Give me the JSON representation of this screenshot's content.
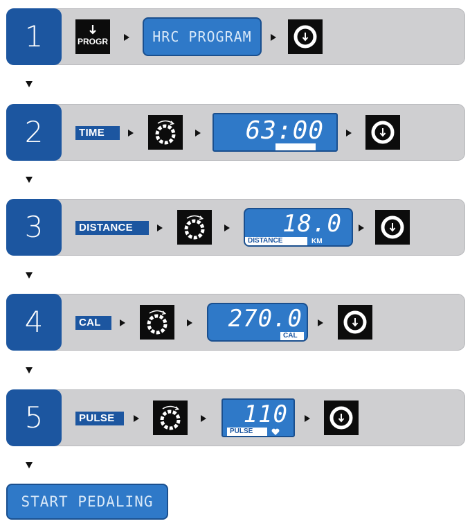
{
  "steps": [
    {
      "number": "1",
      "progr_key": "PROGR",
      "display": "HRC PROGRAM"
    },
    {
      "number": "2",
      "label": "TIME",
      "display": "63:00"
    },
    {
      "number": "3",
      "label": "DISTANCE",
      "display": "18.0",
      "display_label": "DISTANCE",
      "unit": "KM"
    },
    {
      "number": "4",
      "label": "CAL",
      "display": "270.0",
      "display_label": "CAL"
    },
    {
      "number": "5",
      "label": "PULSE",
      "display": "110",
      "display_label": "PULSE"
    }
  ],
  "final": {
    "text": "START PEDALING"
  },
  "icons": {
    "progr_key": "down-arrow-icon",
    "dial": "rotary-dial-icon",
    "confirm": "confirm-button-icon",
    "step_arrow": "right-triangle-icon",
    "flow_arrow": "down-triangle-icon",
    "pulse": "heart-icon"
  },
  "colors": {
    "accent_blue": "#1c56a0",
    "lcd_blue": "#2f79c8",
    "bar_gray": "#cfcfd1",
    "key_black": "#0c0c0c"
  }
}
